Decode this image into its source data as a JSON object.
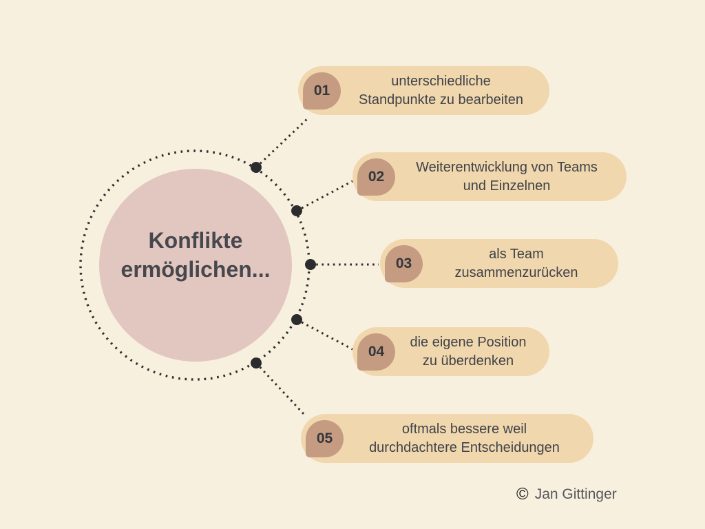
{
  "center": {
    "title_line1": "Konflikte",
    "title_line2": "ermöglichen..."
  },
  "items": [
    {
      "number": "01",
      "line1": "unterschiedliche",
      "line2": "Standpunkte zu bearbeiten"
    },
    {
      "number": "02",
      "line1": "Weiterentwicklung von Teams",
      "line2": "und Einzelnen"
    },
    {
      "number": "03",
      "line1": "als Team",
      "line2": "zusammenzurücken"
    },
    {
      "number": "04",
      "line1": "die eigene Position",
      "line2": "zu überdenken"
    },
    {
      "number": "05",
      "line1": "oftmals bessere weil",
      "line2": "durchdachtere Entscheidungen"
    }
  ],
  "credit": {
    "copyright_symbol": "©",
    "author": "Jan Gittinger"
  },
  "colors": {
    "background": "#f8f0de",
    "pill": "#f1d7ae",
    "badge": "#c59b81",
    "center_circle": "#e2c7c0",
    "dots": "#2c2c2f",
    "text_dark": "#3f4348",
    "title": "#47484d"
  }
}
